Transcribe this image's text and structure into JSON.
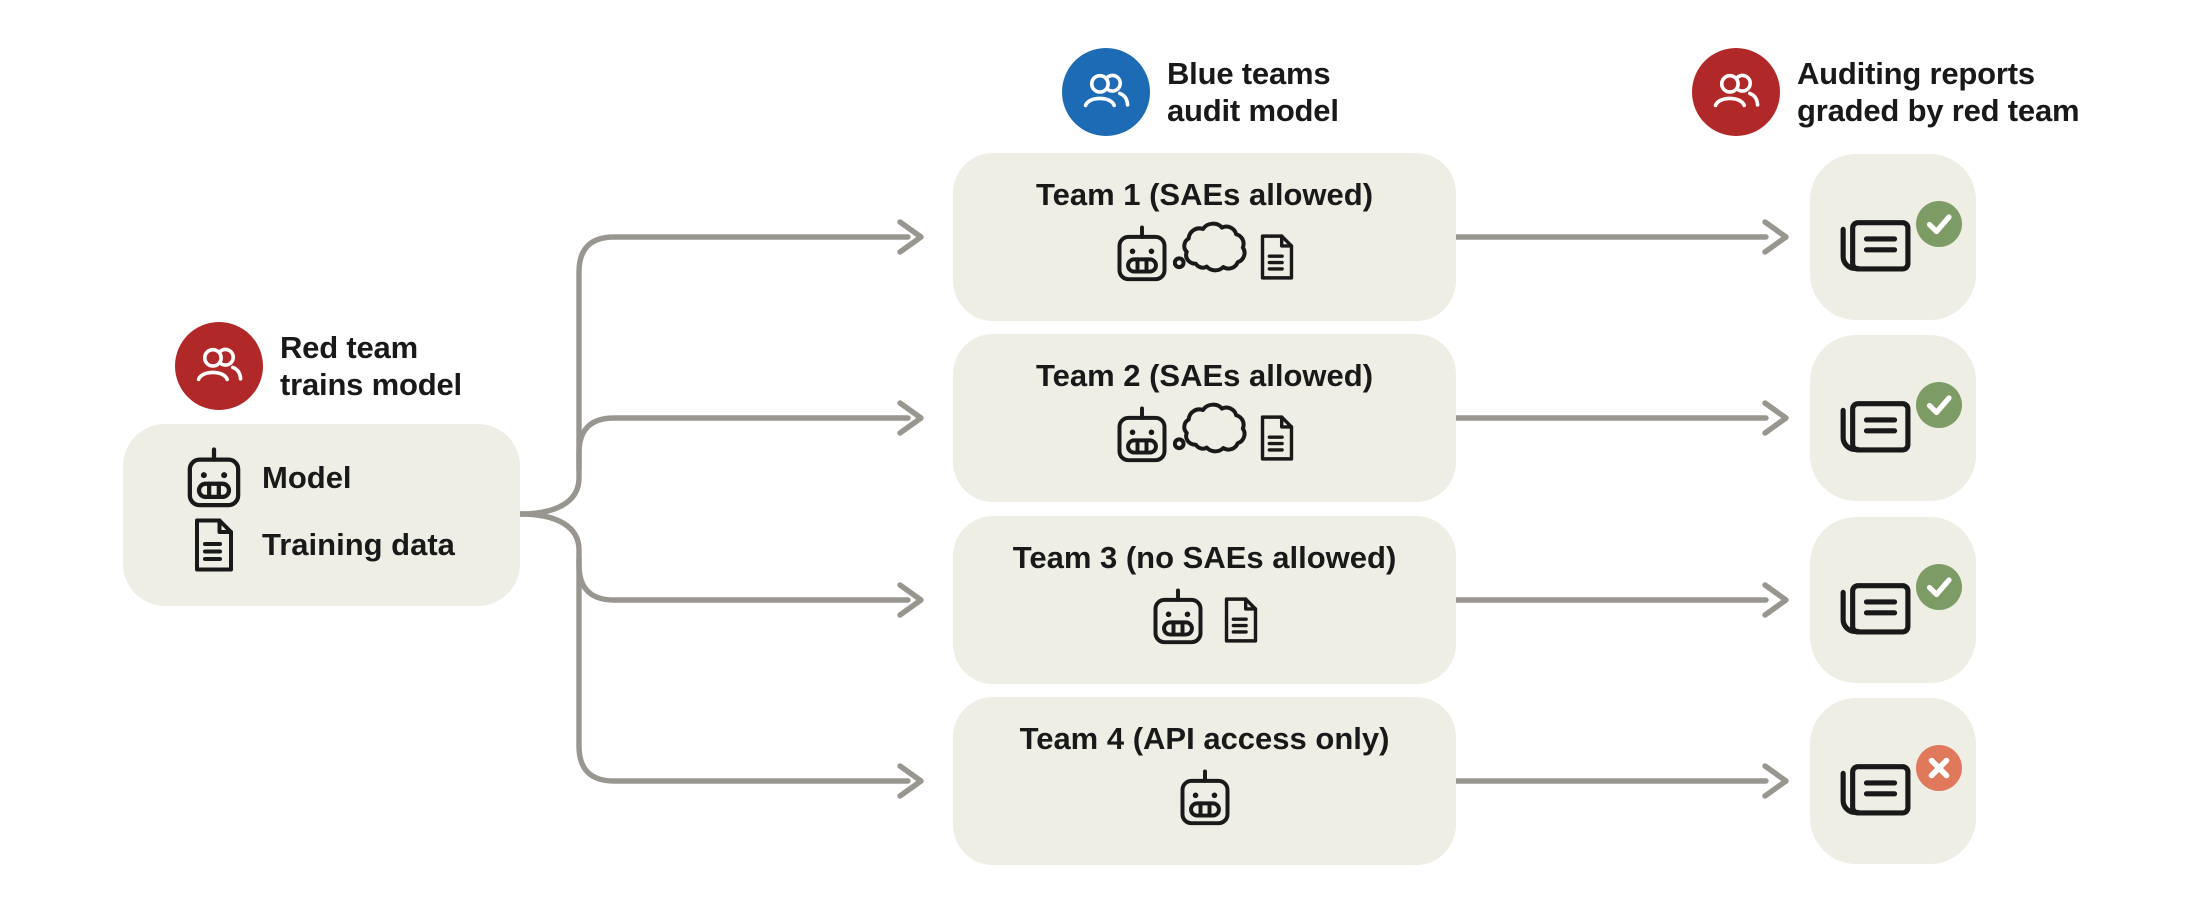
{
  "palette": {
    "background": "#ffffff",
    "box_fill": "#efeee4",
    "connector_gray": "#98968e",
    "ink": "#191919",
    "red_badge": "#b12828",
    "blue_badge": "#1d6bb4",
    "pass_green": "#7d9b64",
    "fail_orange": "#e0795c"
  },
  "headings": {
    "red_team": {
      "line1": "Red team",
      "line2": "trains model",
      "icon": "people-icon",
      "color": "#b12828"
    },
    "blue_teams": {
      "line1": "Blue teams",
      "line2": "audit model",
      "icon": "people-icon",
      "color": "#1d6bb4"
    },
    "auditing": {
      "line1": "Auditing reports",
      "line2": "graded by red team",
      "icon": "people-icon",
      "color": "#b12828"
    }
  },
  "source_box": {
    "items": [
      {
        "icon": "robot-icon",
        "label": "Model"
      },
      {
        "icon": "document-icon",
        "label": "Training data"
      }
    ]
  },
  "teams": [
    {
      "title": "Team 1 (SAEs allowed)",
      "icons": [
        "robot-icon",
        "thought-bubble-icon",
        "document-icon"
      ],
      "result": "pass"
    },
    {
      "title": "Team 2 (SAEs allowed)",
      "icons": [
        "robot-icon",
        "thought-bubble-icon",
        "document-icon"
      ],
      "result": "pass"
    },
    {
      "title": "Team 3 (no SAEs allowed)",
      "icons": [
        "robot-icon",
        "document-icon"
      ],
      "result": "pass"
    },
    {
      "title": "Team 4 (API access only)",
      "icons": [
        "robot-icon"
      ],
      "result": "fail"
    }
  ],
  "reports": [
    {
      "icon": "report-icon",
      "badge": "check-icon",
      "status": "pass"
    },
    {
      "icon": "report-icon",
      "badge": "check-icon",
      "status": "pass"
    },
    {
      "icon": "report-icon",
      "badge": "check-icon",
      "status": "pass"
    },
    {
      "icon": "report-icon",
      "badge": "x-icon",
      "status": "fail"
    }
  ]
}
